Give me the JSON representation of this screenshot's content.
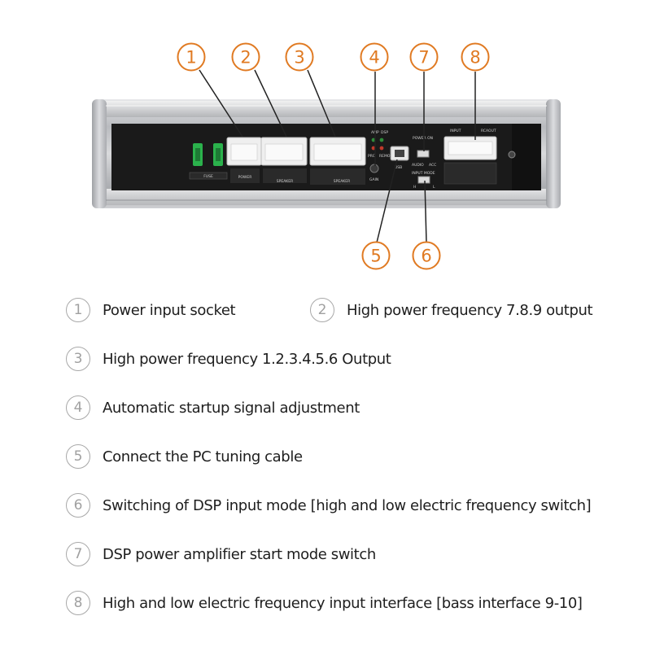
{
  "colors": {
    "accent": "#e07a22",
    "device_body": "#1b1b1b",
    "chassis": "#c7c9cc"
  },
  "callouts": [
    {
      "number": "1",
      "icon": "circled-number"
    },
    {
      "number": "2",
      "icon": "circled-number"
    },
    {
      "number": "3",
      "icon": "circled-number"
    },
    {
      "number": "4",
      "icon": "circled-number"
    },
    {
      "number": "7",
      "icon": "circled-number"
    },
    {
      "number": "8",
      "icon": "circled-number"
    },
    {
      "number": "5",
      "icon": "circled-number"
    },
    {
      "number": "6",
      "icon": "circled-number"
    }
  ],
  "device_labels": {
    "fuse": "FUSE",
    "power": "POWER",
    "speaker_a": "SPEAKER",
    "speaker_b": "SPEAKER",
    "amp": "AMP",
    "dsp": "DSP",
    "prg": "PRG",
    "remo": "REMO",
    "gain": "GAIN",
    "usb": "USB",
    "power_on": "POWER ON",
    "audio": "AUDIO",
    "acc": "ACC",
    "input": "INPUT",
    "rcaout": "RCAOUT",
    "input_mode": "INPUT MODE",
    "h": "H",
    "l": "L"
  },
  "legend": [
    {
      "number": "1",
      "text": "Power input socket"
    },
    {
      "number": "2",
      "text": "High power frequency 7.8.9 output"
    },
    {
      "number": "3",
      "text": "High power frequency 1.2.3.4.5.6 Output"
    },
    {
      "number": "4",
      "text": "Automatic startup signal adjustment"
    },
    {
      "number": "5",
      "text": "Connect the PC tuning cable"
    },
    {
      "number": "6",
      "text": "Switching of DSP input mode [high and low electric frequency switch]"
    },
    {
      "number": "7",
      "text": "DSP power amplifier start mode switch"
    },
    {
      "number": "8",
      "text": "High and low electric frequency input interface [bass interface 9-10]"
    }
  ]
}
